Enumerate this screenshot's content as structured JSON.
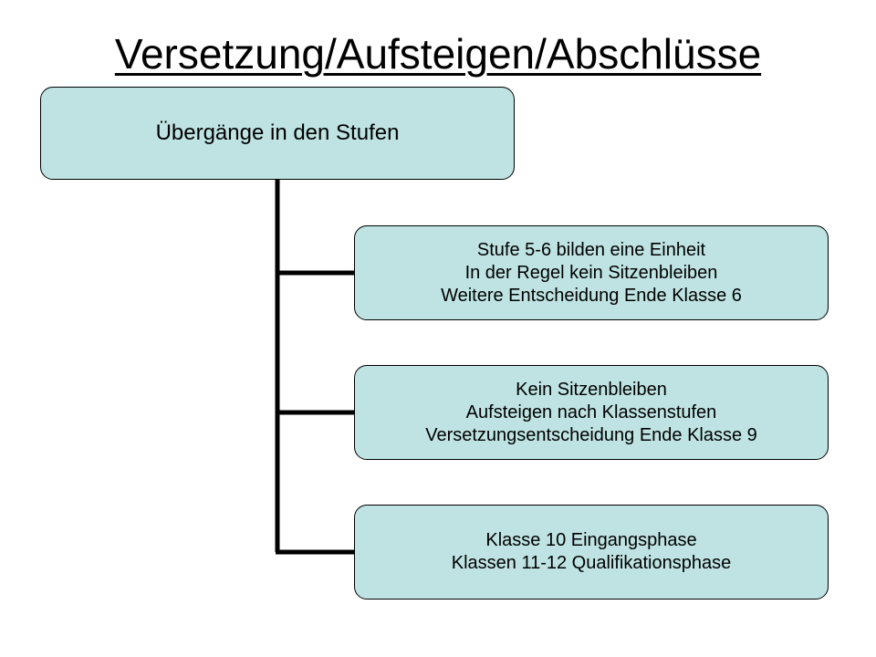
{
  "title": "Versetzung/Aufsteigen/Abschlüsse",
  "colors": {
    "box_fill": "#bfe3e3",
    "box_border": "#000000",
    "connector": "#000000",
    "background": "#ffffff"
  },
  "root": {
    "label": "Übergänge in den Stufen"
  },
  "children": [
    {
      "lines": [
        "Stufe 5-6 bilden eine Einheit",
        "In der Regel kein Sitzenbleiben",
        "Weitere Entscheidung Ende Klasse 6"
      ]
    },
    {
      "lines": [
        "Kein Sitzenbleiben",
        "Aufsteigen nach Klassenstufen",
        "Versetzungsentscheidung Ende Klasse 9"
      ]
    },
    {
      "lines": [
        "Klasse 10 Eingangsphase",
        "Klassen 11-12 Qualifikationsphase"
      ]
    }
  ]
}
